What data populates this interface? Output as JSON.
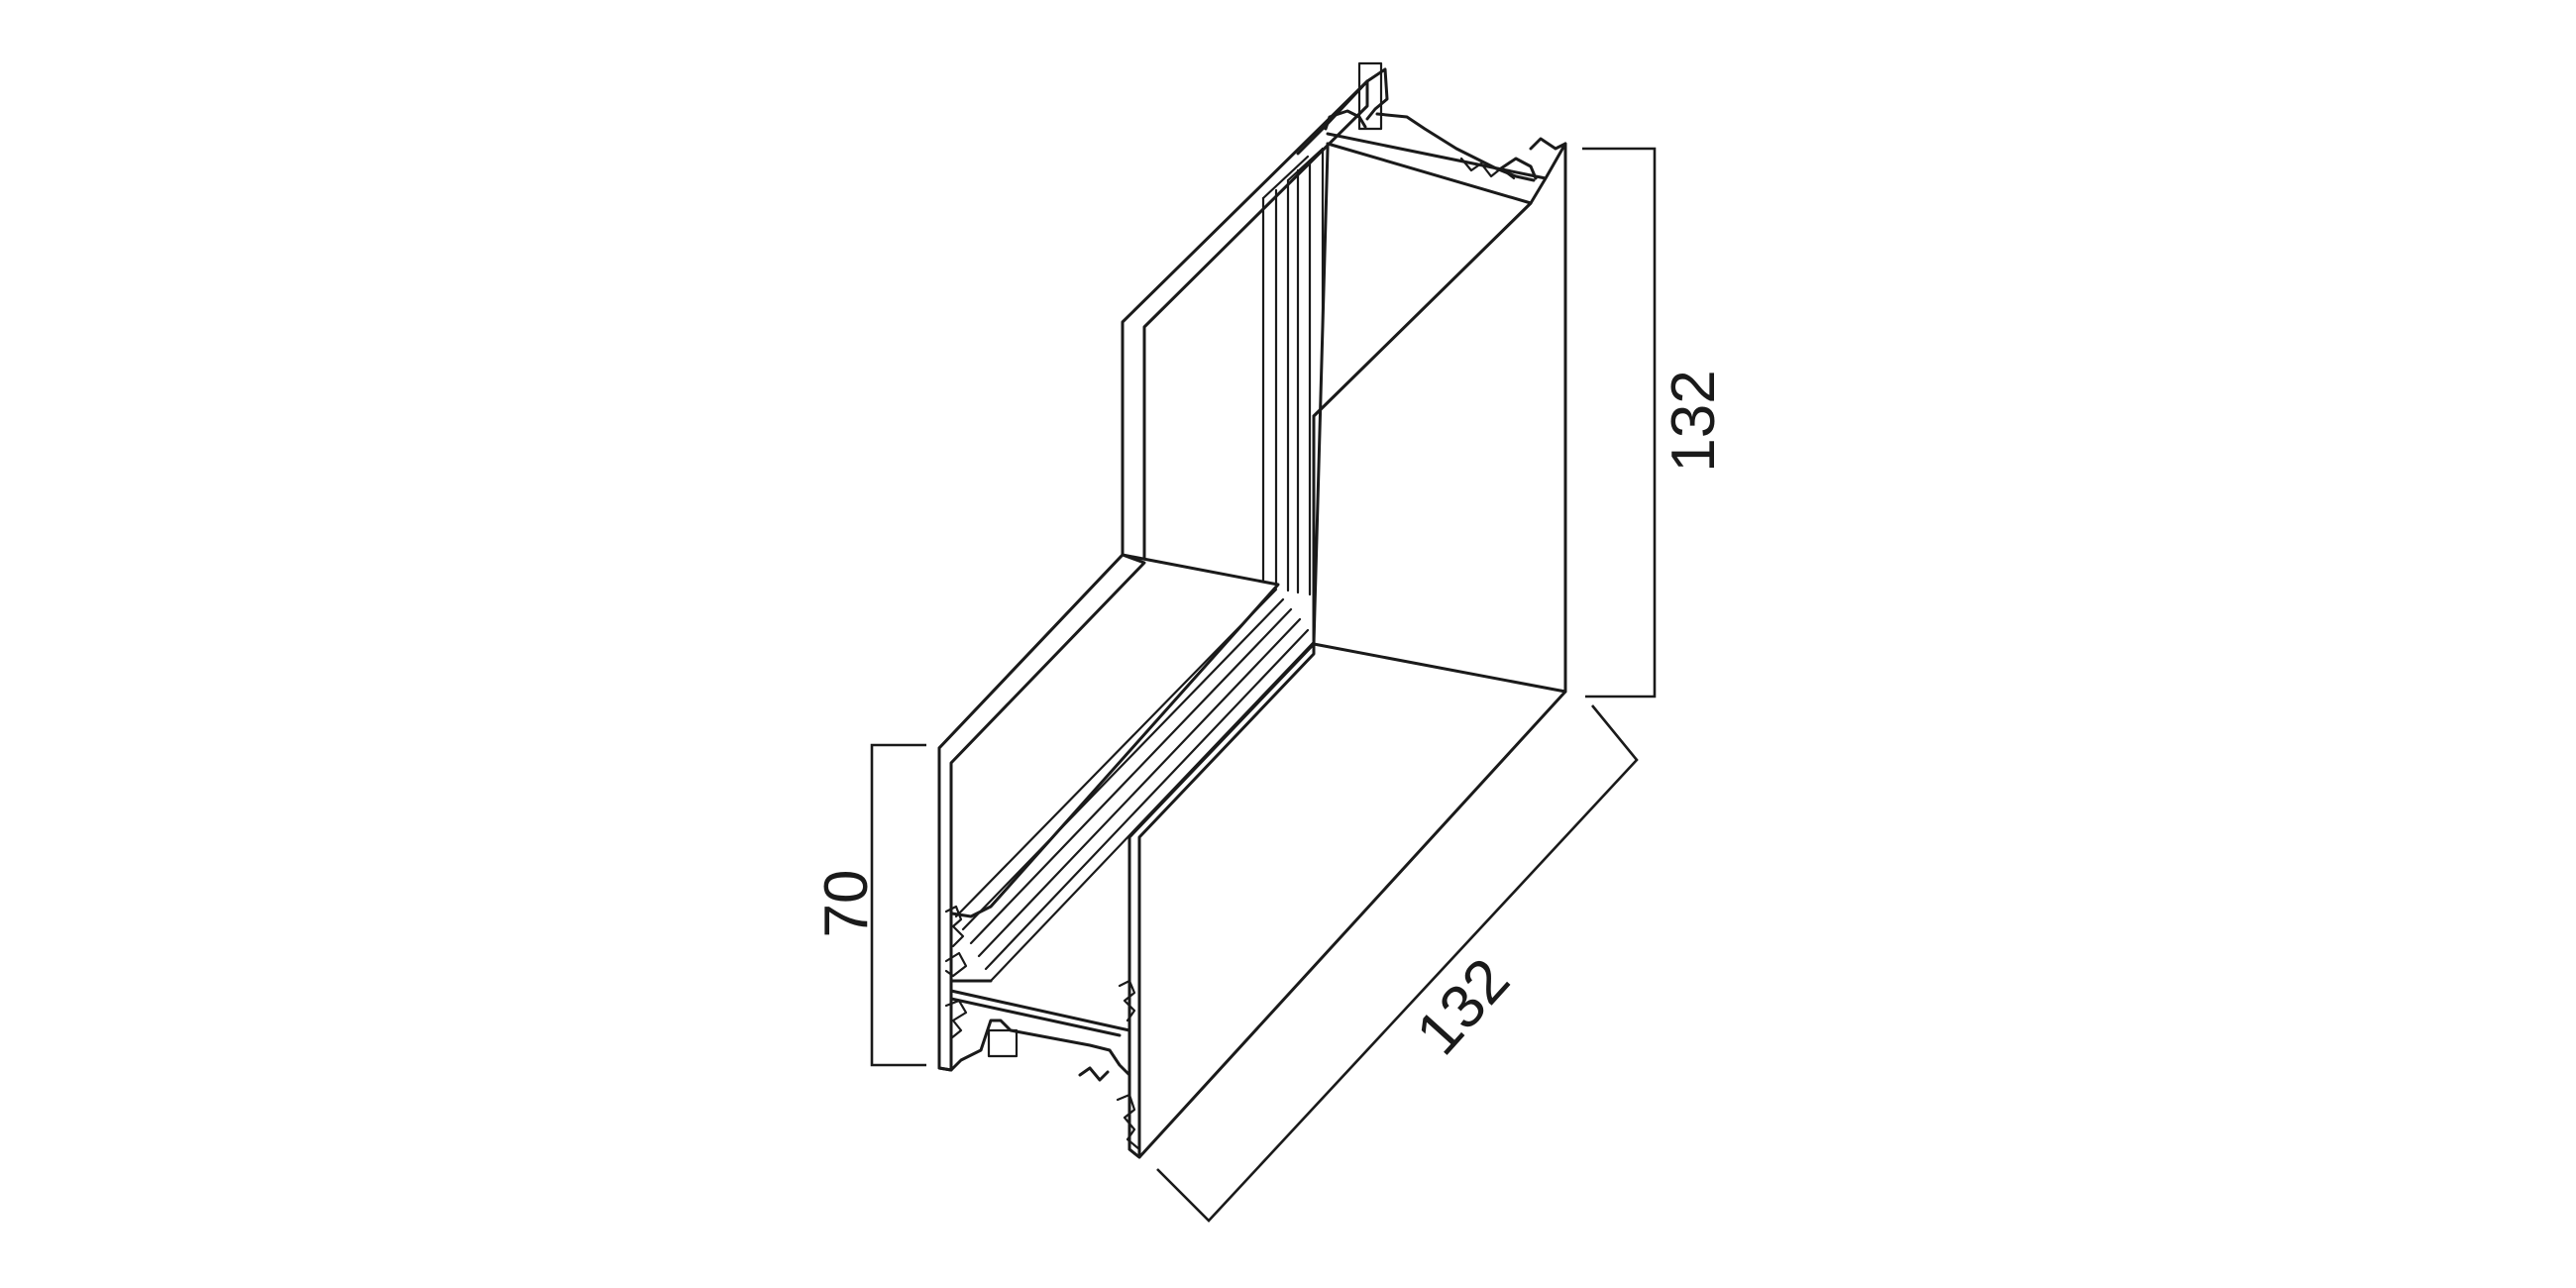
{
  "dimensions": {
    "vertical_height": "132",
    "depth": "132",
    "front_height": "70"
  },
  "colors": {
    "stroke": "#1a1a1a",
    "background": "#ffffff"
  }
}
